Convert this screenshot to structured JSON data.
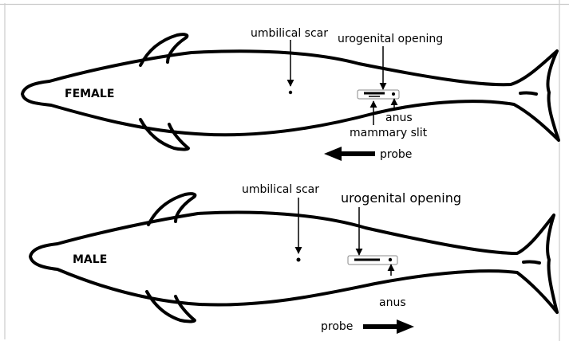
{
  "female": {
    "sex_label": "FEMALE",
    "umbilical_label": "umbilical scar",
    "urogenital_label": "urogenital opening",
    "anus_label": "anus",
    "mammary_label": "mammary slit",
    "probe_label": "probe",
    "probe_direction": "left"
  },
  "male": {
    "sex_label": "MALE",
    "umbilical_label": "umbilical scar",
    "urogenital_label": "urogenital opening",
    "anus_label": "anus",
    "probe_label": "probe",
    "probe_direction": "right"
  },
  "colors": {
    "outline": "#000000",
    "background": "#ffffff",
    "frame": "#cccccc"
  }
}
